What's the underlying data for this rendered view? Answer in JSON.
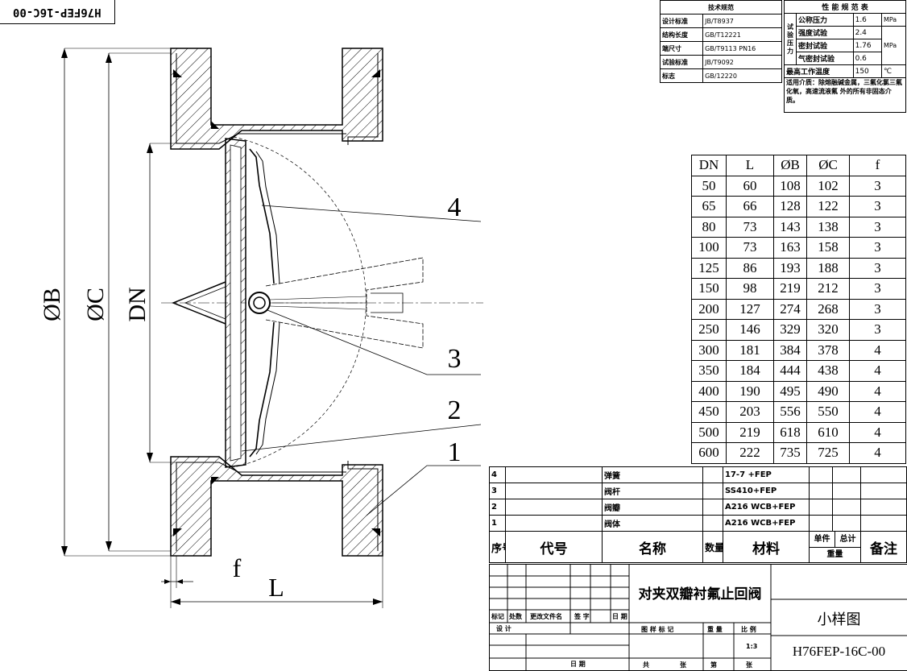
{
  "drawing_code_tab": "H76FEP-16C-00",
  "dimension_labels": {
    "phi_b": "ØB",
    "phi_c": "ØC",
    "dn": "DN",
    "f": "f",
    "l": "L"
  },
  "callouts": [
    "4",
    "3",
    "2",
    "1"
  ],
  "tech_spec": {
    "title": "技术规范",
    "rows": [
      [
        "设计标准",
        "JB/T8937"
      ],
      [
        "结构长度",
        "GB/T12221"
      ],
      [
        "端尺寸",
        "GB/T9113 PN16"
      ],
      [
        "试验标准",
        "JB/T9092"
      ],
      [
        "标志",
        "GB/12220"
      ]
    ]
  },
  "performance": {
    "title": "性 能 规 范 表",
    "test_group": "试验压力",
    "rows": [
      {
        "label": "公称压力",
        "value": "1.6",
        "unit": "MPa"
      },
      {
        "label": "强度试验",
        "value": "2.4",
        "unit": ""
      },
      {
        "label": "密封试验",
        "value": "1.76",
        "unit": "MPa"
      },
      {
        "label": "气密封试验",
        "value": "0.6",
        "unit": ""
      }
    ],
    "max_temp_label": "最高工作温度",
    "max_temp_value": "150",
    "max_temp_unit": "℃",
    "medium_note": "适用介质：除熔融碱金属，三氟化氯三氟化氧，高速流液氟 外的所有非固态介质。"
  },
  "dimensions": {
    "headers": [
      "DN",
      "L",
      "ØB",
      "ØC",
      "f"
    ],
    "rows": [
      [
        "50",
        "60",
        "108",
        "102",
        "3"
      ],
      [
        "65",
        "66",
        "128",
        "122",
        "3"
      ],
      [
        "80",
        "73",
        "143",
        "138",
        "3"
      ],
      [
        "100",
        "73",
        "163",
        "158",
        "3"
      ],
      [
        "125",
        "86",
        "193",
        "188",
        "3"
      ],
      [
        "150",
        "98",
        "219",
        "212",
        "3"
      ],
      [
        "200",
        "127",
        "274",
        "268",
        "3"
      ],
      [
        "250",
        "146",
        "329",
        "320",
        "3"
      ],
      [
        "300",
        "181",
        "384",
        "378",
        "4"
      ],
      [
        "350",
        "184",
        "444",
        "438",
        "4"
      ],
      [
        "400",
        "190",
        "495",
        "490",
        "4"
      ],
      [
        "450",
        "203",
        "556",
        "550",
        "4"
      ],
      [
        "500",
        "219",
        "618",
        "610",
        "4"
      ],
      [
        "600",
        "222",
        "735",
        "725",
        "4"
      ]
    ]
  },
  "bom": {
    "rows": [
      {
        "no": "4",
        "name": "弹簧",
        "material": "17-7 +FEP"
      },
      {
        "no": "3",
        "name": "阀杆",
        "material": "SS410+FEP"
      },
      {
        "no": "2",
        "name": "阀瓣",
        "material": "A216 WCB+FEP"
      },
      {
        "no": "1",
        "name": "阀体",
        "material": "A216 WCB+FEP"
      }
    ],
    "headers": {
      "no": "序号",
      "code": "代号",
      "name": "名称",
      "qty": "数量",
      "material": "材料",
      "unit": "单件",
      "total": "总计",
      "weight": "重量",
      "note": "备注"
    }
  },
  "title_block": {
    "product_name": "对夹双瓣衬氟止回阀",
    "drawing_type": "小样图",
    "drawing_code": "H76FEP-16C-00",
    "scale": "1:3",
    "revision_labels": [
      "标记",
      "处数",
      "更改文件名",
      "签 字",
      "日 期"
    ],
    "design_label": "设 计",
    "date_label": "日 期",
    "stage_label": "图 样 标 记",
    "weight_label": "重 量",
    "scale_label": "比 例",
    "total_label": "共",
    "sheet_label": "张",
    "sheet_no_label": "第"
  }
}
